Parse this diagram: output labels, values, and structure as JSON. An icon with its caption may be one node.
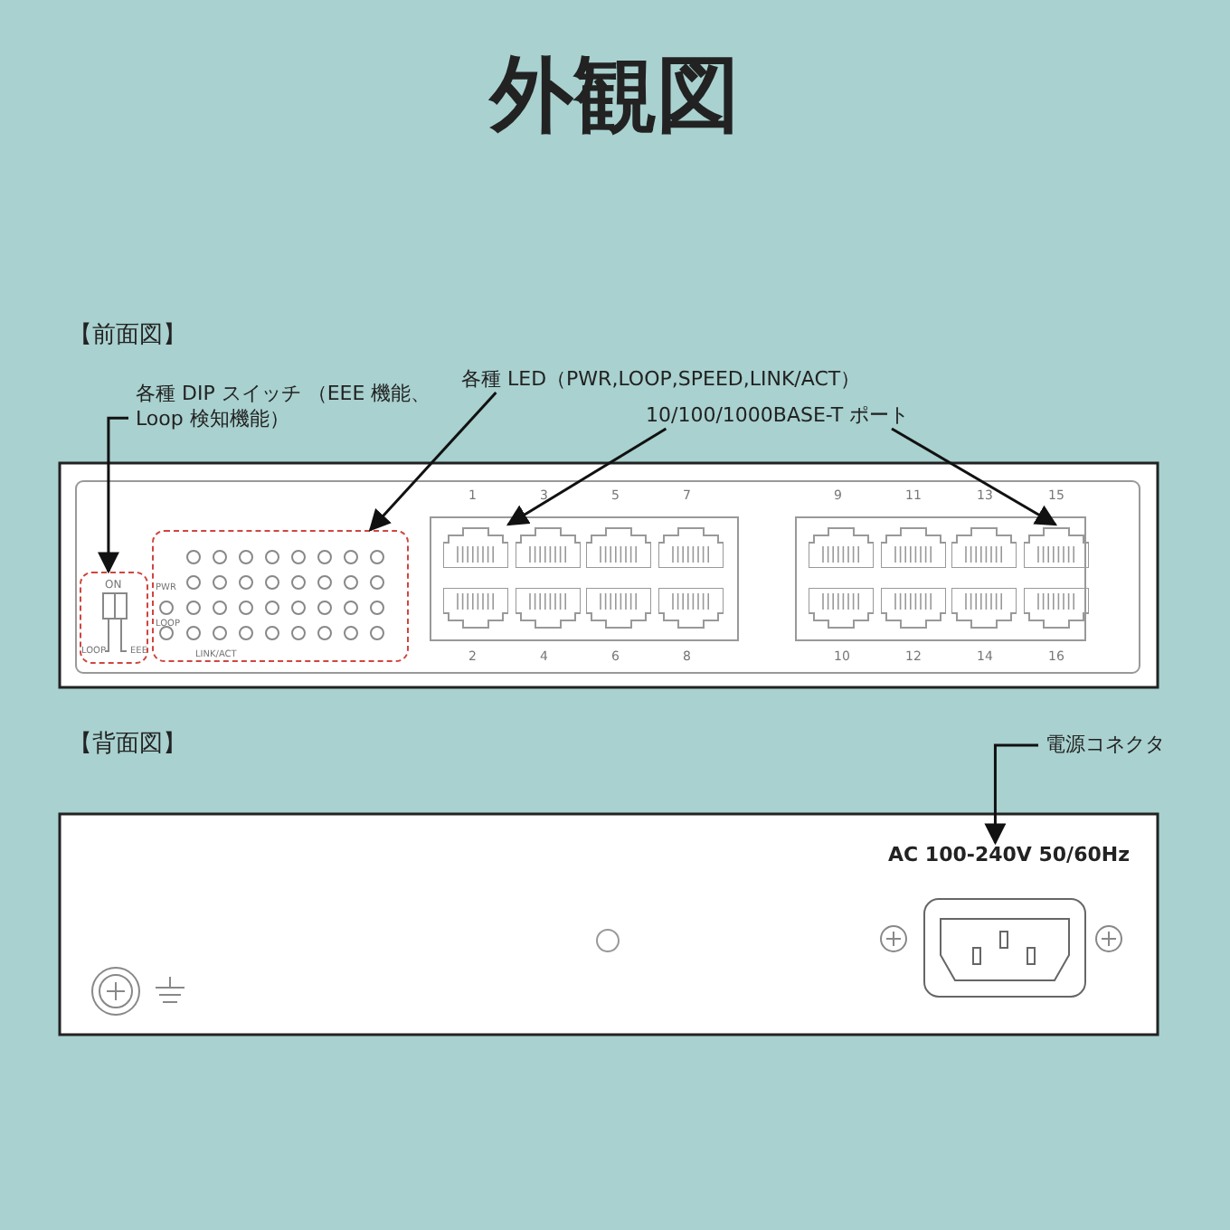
{
  "diagram": {
    "title": "外観図",
    "nodes": [
      {
        "text": [
          "各種 DIP スイッチ （EEE 機能、Loop 検知機能）"
        ]
      },
      {
        "text": [],
        "shape": "box"
      },
      {
        "text": [
          "各種 LED（PWR,LOOP,SPEED,LINK/ACT）"
        ]
      },
      {
        "text": [],
        "shape": "box"
      },
      {
        "text": [
          "10/100/1000BASE-T ポート"
        ]
      },
      {
        "text": [],
        "shape": "picture"
      },
      {
        "text": [],
        "shape": "picture"
      },
      {
        "text": [],
        "shape": "picture"
      },
      {
        "text": [],
        "shape": "picture"
      },
      {
        "text": [],
        "shape": "picture"
      },
      {
        "text": [],
        "shape": "picture"
      },
      {
        "text": [],
        "shape": "picture"
      },
      {
        "text": [],
        "shape": "picture"
      },
      {
        "text": [],
        "shape": "picture"
      },
      {
        "text": [],
        "shape": "picture"
      },
      {
        "text": [],
        "shape": "picture"
      },
      {
        "text": [],
        "shape": "picture"
      },
      {
        "text": [],
        "shape": "picture"
      },
      {
        "text": [],
        "shape": "picture"
      },
      {
        "text": [],
        "shape": "picture"
      },
      {
        "text": [],
        "shape": "picture"
      },
      {
        "text": [
          "電源コネクタ"
        ]
      },
      {
        "text": [
          "AC 100-240V 50/60Hz"
        ]
      }
    ],
    "edges": [
      {
        "from": 0,
        "to": 1,
        "arrow": "to"
      },
      {
        "from": 2,
        "to": 3,
        "arrow": "to"
      },
      {
        "from": 4,
        "to": 5,
        "arrow": "to"
      },
      {
        "from": 4,
        "to": 12,
        "arrow": "to"
      },
      {
        "from": 21,
        "to": 22,
        "arrow": "to"
      }
    ],
    "labels": [
      "【前面図】",
      "【背面図】",
      "ON",
      "PWR",
      "LOOP",
      "LOOP",
      "EEE",
      "LINK/ACT",
      "1",
      "3",
      "5",
      "7",
      "9",
      "11",
      "13",
      "15",
      "2",
      "4",
      "6",
      "8",
      "10",
      "12",
      "14",
      "16"
    ]
  }
}
